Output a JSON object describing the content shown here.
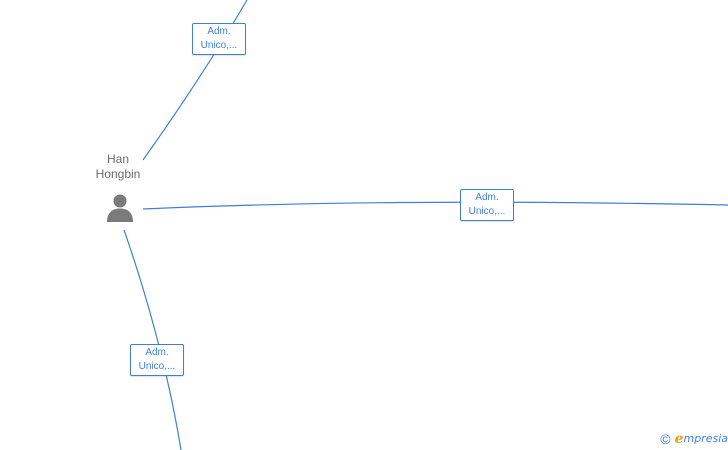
{
  "person": {
    "name_line1": "Han",
    "name_line2": "Hongbin",
    "icon": "person-icon"
  },
  "relations": [
    {
      "line1": "Adm.",
      "line2": "Unico,..."
    },
    {
      "line1": "Adm.",
      "line2": "Unico,..."
    },
    {
      "line1": "Adm.",
      "line2": "Unico,..."
    }
  ],
  "footer": {
    "copyright_symbol": "©",
    "brand_initial": "e",
    "brand_rest": "mpresia"
  },
  "colors": {
    "edge": "#3f7fd6",
    "node_icon": "#7a7a7a",
    "brand_accent": "#f0a000"
  }
}
